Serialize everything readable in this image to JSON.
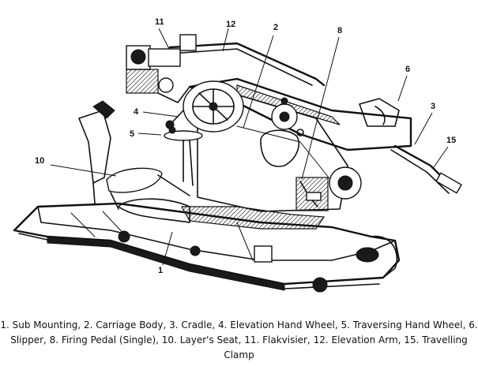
{
  "callouts": {
    "c1": "1",
    "c2": "2",
    "c3": "3",
    "c4": "4",
    "c5": "5",
    "c6": "6",
    "c8": "8",
    "c10": "10",
    "c11": "11",
    "c12": "12",
    "c15": "15"
  },
  "caption": "1. Sub Mounting, 2. Carriage Body, 3. Cradle, 4. Elevation Hand Wheel, 5. Traversing Hand Wheel, 6. Slipper, 8. Firing Pedal (Single), 10. Layer's Seat, 11. Flakvisier, 12. Elevation Arm, 15. Travelling Clamp"
}
